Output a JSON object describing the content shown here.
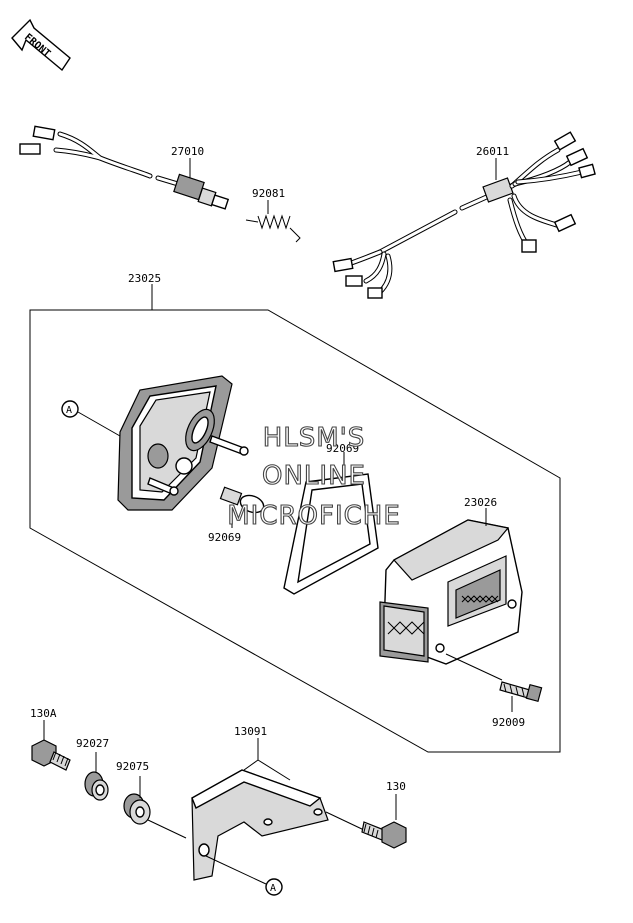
{
  "front_label": "FRONT",
  "callouts": {
    "wiring_a": "27010",
    "spring": "92081",
    "wiring_b": "26011",
    "assembly": "23025",
    "lens_cover": "23026",
    "bulb": "92069",
    "gasket": "92069",
    "screw": "92009",
    "bolt_left": "130A",
    "collar": "92027",
    "grommet": "92075",
    "bracket": "13091",
    "bolt_right": "130",
    "ref_a_top": "A",
    "ref_a_bottom": "A"
  },
  "watermark": {
    "line1": "HLSM'S",
    "line2": "ONLINE",
    "line3": "MICROFICHE"
  }
}
